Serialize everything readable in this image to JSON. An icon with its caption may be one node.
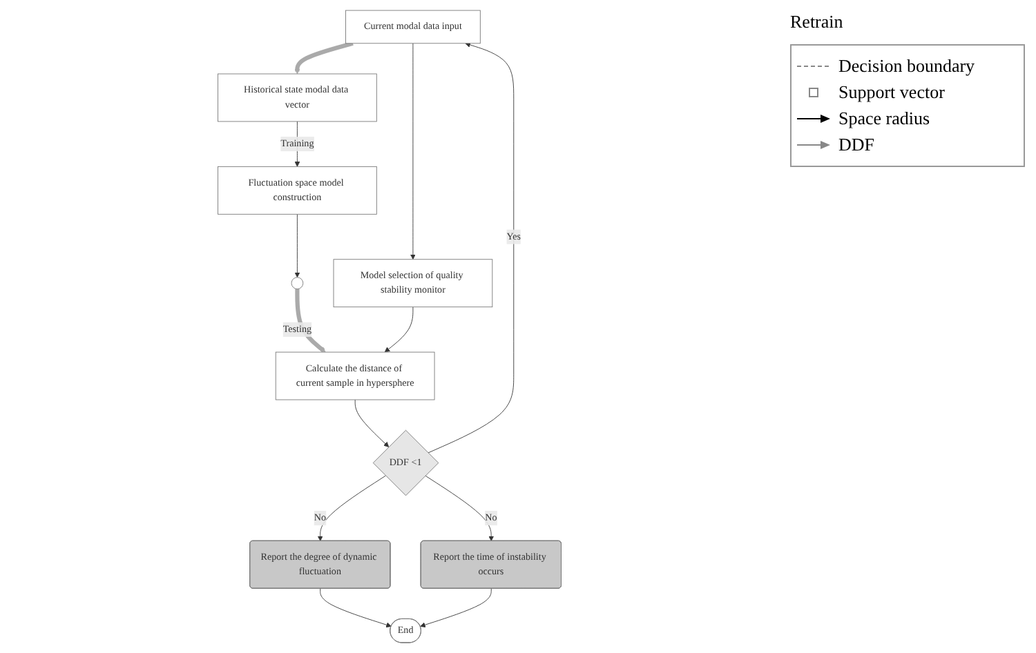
{
  "diagram": {
    "nodes": [
      {
        "text": [
          "Current modal data input"
        ]
      },
      {
        "text": [
          "Historical state modal data vector"
        ]
      },
      {
        "text": [
          "Model selection of quality stability monitor"
        ]
      },
      {
        "text": [
          "Fluctuation space model construction"
        ]
      },
      {
        "text": [
          "Calculate the distance of current sample in hypersphere"
        ]
      },
      {
        "text": [],
        "shape": "circle"
      },
      {
        "text": [
          "DDF <1"
        ]
      },
      {
        "text": [
          "Report the degree of dynamic fluctuation"
        ]
      },
      {
        "text": [
          "Report the time of instability occurs"
        ]
      },
      {
        "text": [
          "End"
        ]
      }
    ],
    "edges": [
      {
        "from": 0,
        "to": 1,
        "arrow": "to",
        "style": "thick",
        "color": "#aaaaaa"
      },
      {
        "from": 0,
        "to": 2,
        "arrow": "to"
      },
      {
        "from": 1,
        "to": 3,
        "arrow": "to",
        "label": "Training"
      },
      {
        "from": 3,
        "to": 5,
        "arrow": "to"
      },
      {
        "from": 5,
        "to": 4,
        "arrow": "to",
        "label": "Testing",
        "style": "thick",
        "color": "#aaaaaa"
      },
      {
        "from": 2,
        "to": 4,
        "arrow": "to"
      },
      {
        "from": 4,
        "to": 6,
        "arrow": "to"
      },
      {
        "from": 6,
        "to": 0,
        "arrow": "to",
        "label": "Yes"
      },
      {
        "from": 6,
        "to": 7,
        "arrow": "to",
        "label": "No"
      },
      {
        "from": 6,
        "to": 8,
        "arrow": "to",
        "label": "No"
      },
      {
        "from": 7,
        "to": 9,
        "arrow": "to"
      },
      {
        "from": 8,
        "to": 9,
        "arrow": "to"
      }
    ],
    "labels": [
      "Retrain"
    ],
    "legend": [
      {
        "text": "Decision boundary"
      },
      {
        "text": "Support vector"
      },
      {
        "text": "Space radius"
      },
      {
        "text": "DDF"
      }
    ]
  }
}
